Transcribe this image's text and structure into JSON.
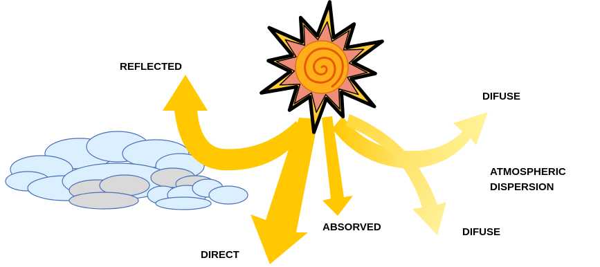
{
  "labels": {
    "reflected": "REFLECTED",
    "difuse_top": "DIFUSE",
    "atmospheric_1": "ATMOSPHERIC",
    "atmospheric_2": "DISPERSION",
    "difuse_bottom": "DIFUSE",
    "absorved": "ABSORVED",
    "direct": "DIRECT"
  },
  "colors": {
    "arrow_main": "#ffc800",
    "arrow_pale": "#fff49a",
    "sun_rays": "#ffcc33",
    "sun_ray_tips": "#f08c7a",
    "sun_disk": "#ffae1a",
    "sun_spiral": "#e85a00",
    "cloud_blue": "#dcefff",
    "cloud_grey": "#d9d9d9",
    "cloud_outline": "#4a6fb8"
  },
  "icons": {
    "sun": "sun-icon",
    "clouds": "cloud-icon"
  }
}
